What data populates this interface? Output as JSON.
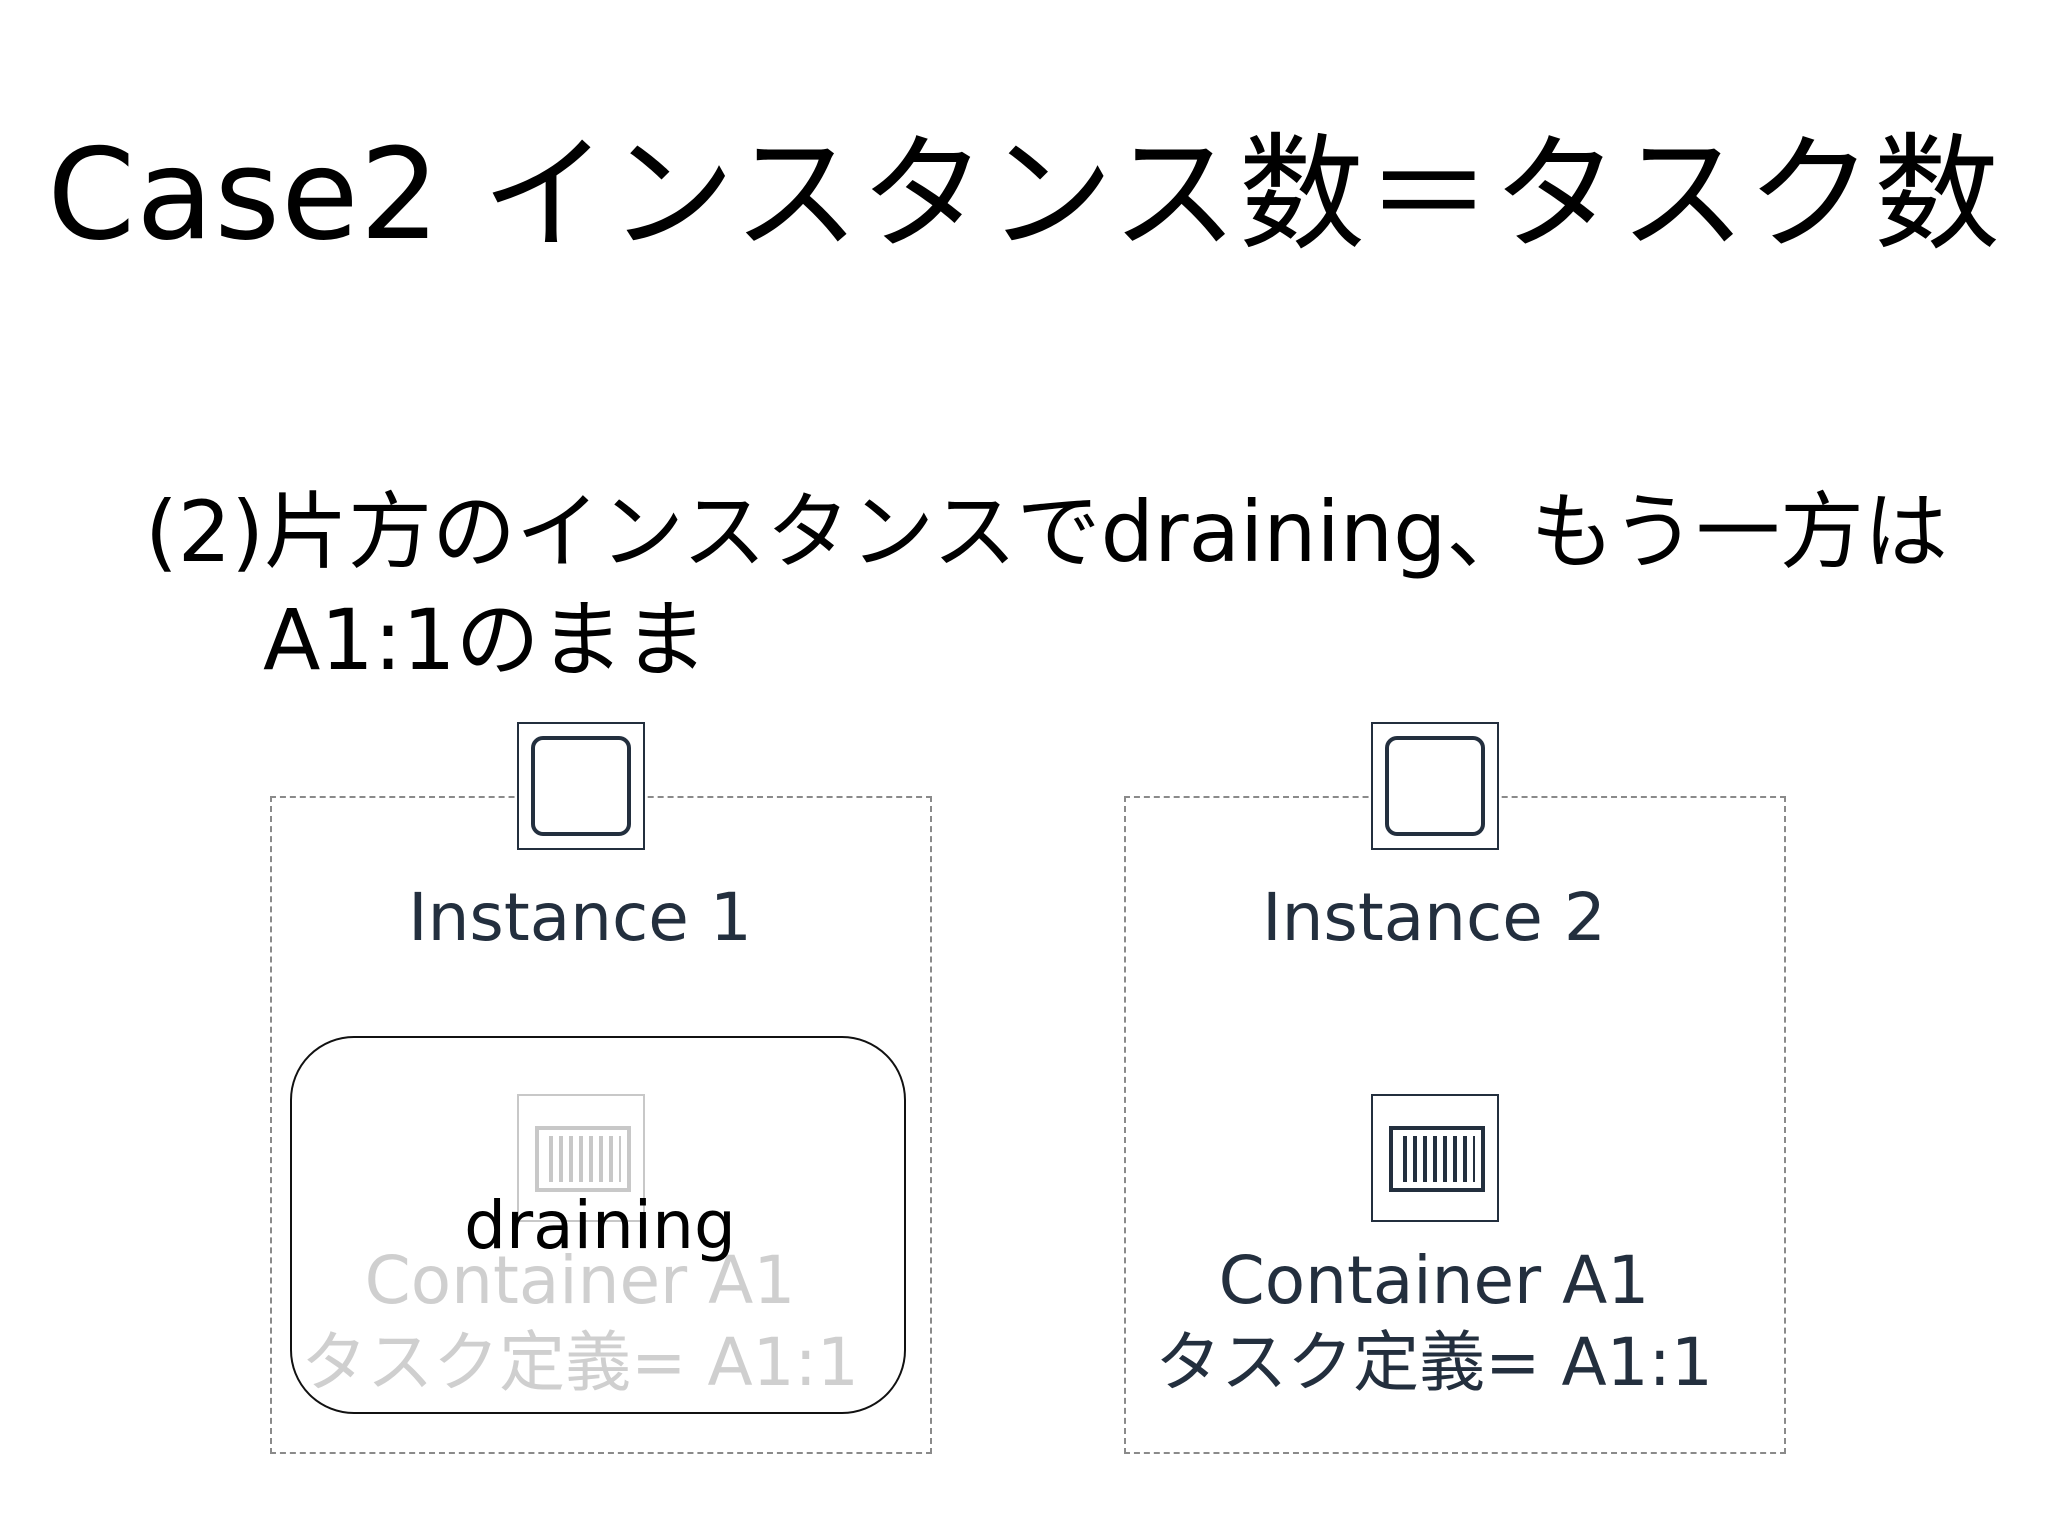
{
  "slide": {
    "title": "Case2 インスタンス数＝タスク数",
    "subtitle_line1": "(2)片方のインスタンスでdraining、もう一方は",
    "subtitle_line2": "A1:1のまま"
  },
  "instances": [
    {
      "label": "Instance 1",
      "icon": "ec2-instance-icon",
      "container": {
        "icon": "container-icon",
        "name": "Container A1",
        "task_def": "タスク定義= A1:1",
        "state_label": "draining",
        "faded": true
      }
    },
    {
      "label": "Instance 2",
      "icon": "ec2-instance-icon",
      "container": {
        "icon": "container-icon",
        "name": "Container A1",
        "task_def": "タスク定義= A1:1",
        "faded": false
      }
    }
  ],
  "colors": {
    "icon_stroke": "#232f3e",
    "faded": "#cfcfcf",
    "dashed_border": "#8a8a8a"
  }
}
